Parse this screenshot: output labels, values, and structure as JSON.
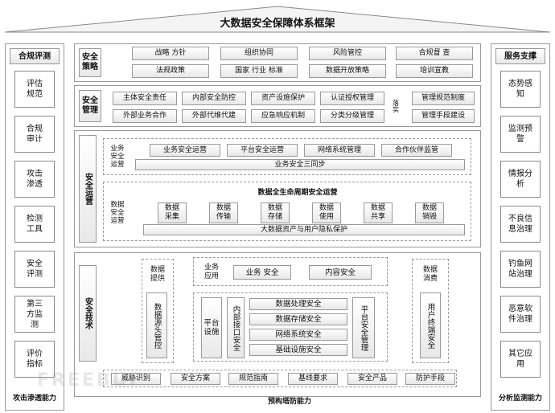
{
  "title": "大数据安全保障体系框架",
  "left_column": {
    "header": "合规评测",
    "items": [
      "评估规范",
      "合规审计",
      "攻击渗透",
      "检测工具",
      "安全评测",
      "第三方监测",
      "评价指标"
    ],
    "footer": "攻击渗透能力"
  },
  "right_column": {
    "header": "服务支撑",
    "items": [
      "态势感知",
      "监测预警",
      "情报分析",
      "不良信息治理",
      "钓鱼网站治理",
      "恶意软件治理",
      "其它应用"
    ],
    "footer": "分析监测能力"
  },
  "strategy": {
    "label": "安全策略",
    "row1": [
      "战略 方针",
      "组织协同",
      "风险管控",
      "合规督 查"
    ],
    "row2": [
      "法规政策",
      "国家 行业 标准",
      "数据开放策略",
      "培训宣教"
    ]
  },
  "management": {
    "label": "安全管理",
    "row1": [
      "主体安全责任",
      "内部安全防控",
      "资产设施保护",
      "认证授权管理"
    ],
    "row2": [
      "外部业务合作",
      "外部代维代建",
      "应急响应机制",
      "分类分级管理"
    ],
    "mid_label": "落实",
    "right": [
      "管理规范制度",
      "管理手段建设"
    ]
  },
  "operations": {
    "label": "安全运营",
    "business_label": "业务安全运营",
    "business_items": [
      "业务安全运营",
      "平台安全运营",
      "网络系统管理",
      "合作伙伴监管"
    ],
    "business_bar": "业务安全三同步",
    "data_label": "数据安全运营",
    "lifecycle_title": "数据全生命周期安全运营",
    "lifecycle": [
      "数据采集",
      "数据传输",
      "数据存储",
      "数据使用",
      "数据共享",
      "数据销毁"
    ],
    "data_bar": "大数据资产与用户隐私保护"
  },
  "technology": {
    "label": "安全技术",
    "provide_label": "数据提供",
    "source_control": "数据源头管控",
    "app_label": "业务应用",
    "app_items": [
      "业务 安全",
      "内容安全"
    ],
    "platform_label": "平台设施",
    "interface_security": "内部接口安全",
    "platform_items": [
      "数据处理安全",
      "数据存储安全",
      "网络系统安全",
      "基础设施安全"
    ],
    "platform_mgmt": "平台安全管理",
    "consume_label": "数据消费",
    "terminal_security": "用户终端安全",
    "bottom_items": [
      "威胁识别",
      "安全方案",
      "规范指南",
      "基线要求",
      "安全产品",
      "防护手段"
    ],
    "bottom_caption": "预构塔防能力"
  },
  "watermark": "FREEBUF"
}
